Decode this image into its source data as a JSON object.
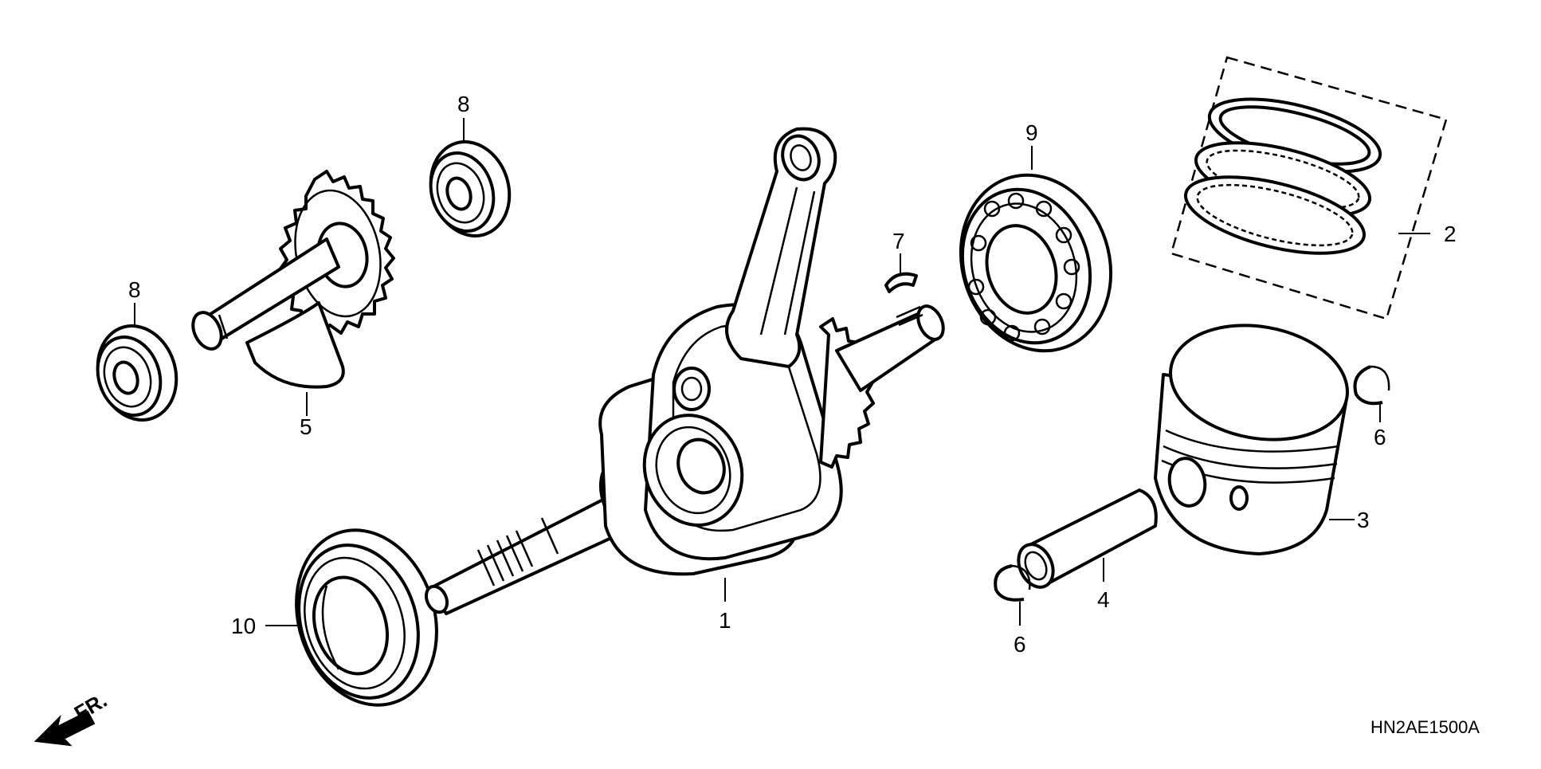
{
  "callouts": {
    "c1": "1",
    "c2": "2",
    "c3": "3",
    "c4": "4",
    "c5": "5",
    "c6a": "6",
    "c6b": "6",
    "c7": "7",
    "c8a": "8",
    "c8b": "8",
    "c9": "9",
    "c10": "10"
  },
  "direction_marker": "FR.",
  "diagram_code": "HN2AE1500A"
}
